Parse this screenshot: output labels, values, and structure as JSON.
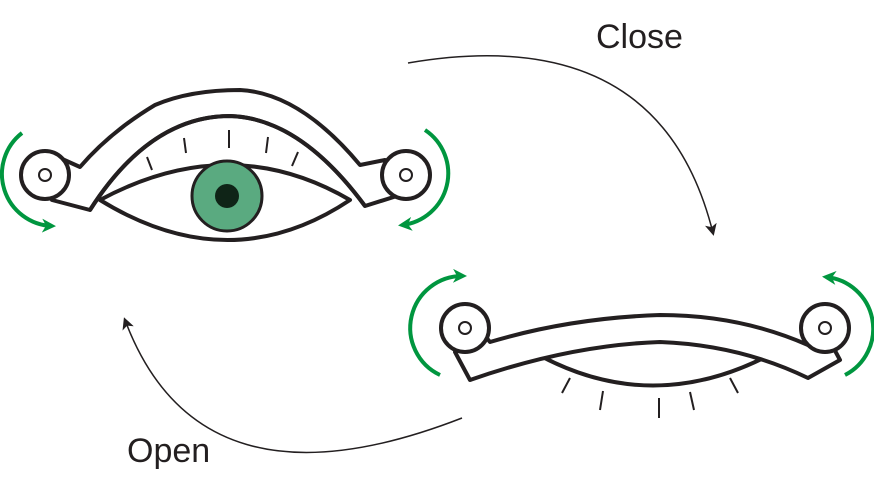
{
  "labels": {
    "close": "Close",
    "open": "Open"
  },
  "colors": {
    "stroke": "#231f20",
    "rotation_arrow": "#00963f",
    "iris": "#5aaa80",
    "pupil": "#0f2417",
    "background": "#ffffff"
  },
  "states": [
    {
      "name": "open-eye",
      "eyelid": "open",
      "iris_visible": true
    },
    {
      "name": "closed-eye",
      "eyelid": "closed",
      "iris_visible": false
    }
  ],
  "transitions": [
    {
      "from": "open-eye",
      "to": "closed-eye",
      "label_key": "close"
    },
    {
      "from": "closed-eye",
      "to": "open-eye",
      "label_key": "open"
    }
  ]
}
